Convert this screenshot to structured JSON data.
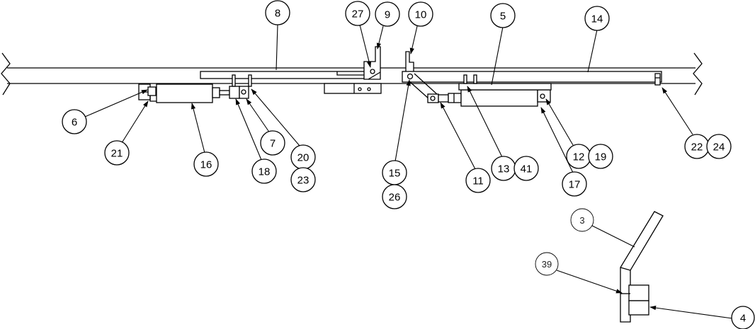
{
  "callouts": {
    "c8": "8",
    "c27": "27",
    "c9": "9",
    "c10": "10",
    "c5": "5",
    "c14": "14",
    "c6": "6",
    "c21": "21",
    "c16": "16",
    "c18": "18",
    "c7": "7",
    "c20": "20",
    "c23": "23",
    "c15": "15",
    "c26": "26",
    "c11": "11",
    "c13": "13",
    "c41": "41",
    "c17": "17",
    "c12": "12",
    "c19": "19",
    "c22": "22",
    "c24": "24",
    "c3": "3",
    "c39": "39",
    "c4": "4"
  }
}
